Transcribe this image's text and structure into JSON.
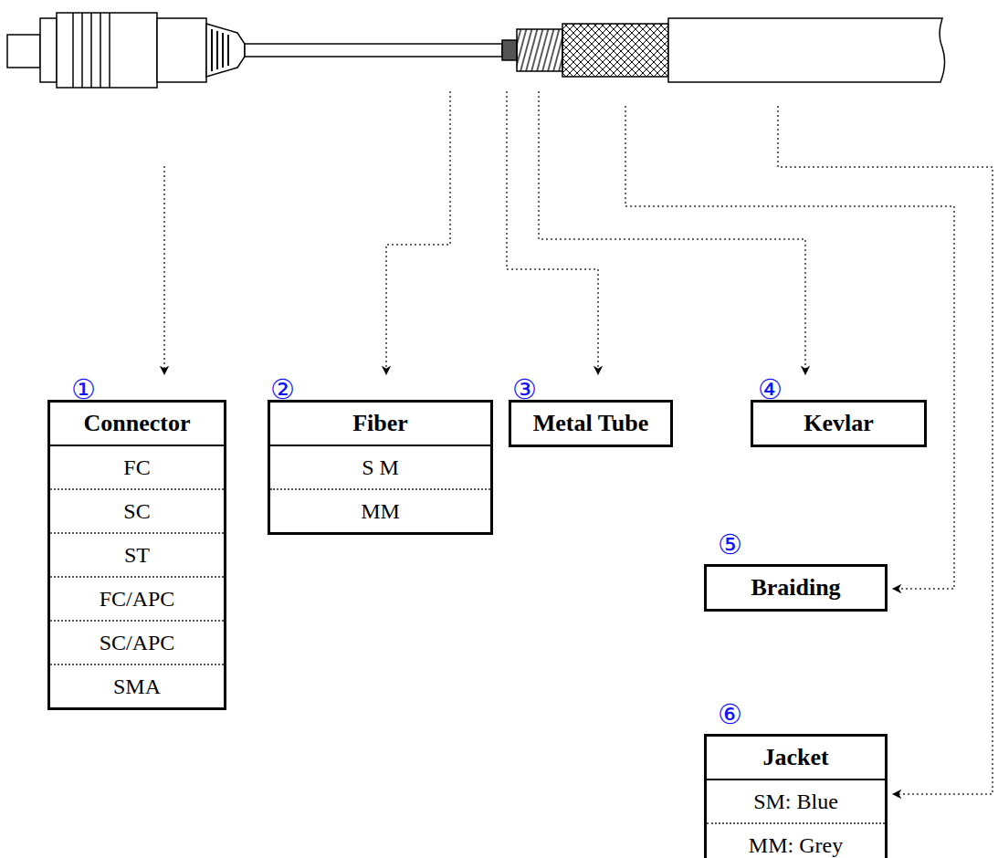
{
  "diagram": {
    "nodes": [
      {
        "text": [
          "Connector",
          "FC",
          "SC",
          "ST",
          "FC/APC",
          "SC/APC",
          "SMA"
        ]
      },
      {
        "text": [
          "Fiber",
          "S M",
          "MM"
        ]
      },
      {
        "text": [
          "Metal Tube"
        ]
      },
      {
        "text": [
          "Kevlar"
        ]
      },
      {
        "text": [
          "Braiding"
        ]
      },
      {
        "text": [
          "Jacket",
          "SM: Blue",
          "MM: Grey"
        ]
      }
    ],
    "labels": [
      "①",
      "②",
      "③",
      "④",
      "⑤",
      "⑥"
    ]
  }
}
